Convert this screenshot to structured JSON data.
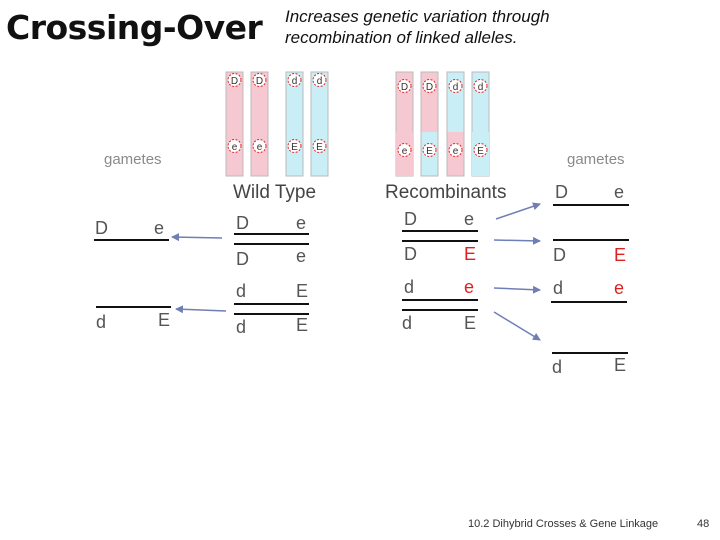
{
  "title": "Crossing-Over",
  "subtitle": "Increases genetic variation through recombination of linked alleles.",
  "footer": {
    "text": "10.2 Dihybrid Crosses & Gene Linkage",
    "page": "48"
  },
  "labels": {
    "gametes_left": "gametes",
    "gametes_right": "gametes",
    "wild_type": "Wild Type",
    "recombinants": "Recombinants"
  },
  "colors": {
    "pink": "#f6c9d2",
    "blue": "#c9eef6",
    "red": "#e02020",
    "arrow": "#6f7fb5",
    "line": "#111111"
  },
  "wild_chromosomes": [
    {
      "color": "pink",
      "top": "D",
      "bottom": "e"
    },
    {
      "color": "pink",
      "top": "D",
      "bottom": "e"
    },
    {
      "color": "blue",
      "top": "d",
      "bottom": "E"
    },
    {
      "color": "blue",
      "top": "d",
      "bottom": "E"
    }
  ],
  "recomb_chromosomes": [
    {
      "color": "pink",
      "lower_color": "pink",
      "top": "D",
      "bottom": "e"
    },
    {
      "color": "pink",
      "lower_color": "blue",
      "top": "D",
      "bottom": "E"
    },
    {
      "color": "blue",
      "lower_color": "pink",
      "top": "d",
      "bottom": "e"
    },
    {
      "color": "blue",
      "lower_color": "blue",
      "top": "d",
      "bottom": "E"
    }
  ],
  "wild_pairs": [
    {
      "a1": "D",
      "b1": "e",
      "a2": "D",
      "b2": "e"
    },
    {
      "a1": "d",
      "b1": "E",
      "a2": "d",
      "b2": "E"
    }
  ],
  "wild_gametes": [
    {
      "a": "D",
      "b": "e"
    },
    {
      "a": "d",
      "b": "E"
    }
  ],
  "recomb_pairs": [
    {
      "a1": "D",
      "b1": "e",
      "a2": "D",
      "b2": "E",
      "b2_red": true
    },
    {
      "a1": "d",
      "b1": "e",
      "b1_red": true,
      "a2": "d",
      "b2": "E"
    }
  ],
  "recomb_gametes": [
    {
      "a": "D",
      "b": "e"
    },
    {
      "a": "D",
      "b": "E",
      "b_red": true
    },
    {
      "a": "d",
      "b": "e",
      "b_red": true
    },
    {
      "a": "d",
      "b": "E"
    }
  ]
}
